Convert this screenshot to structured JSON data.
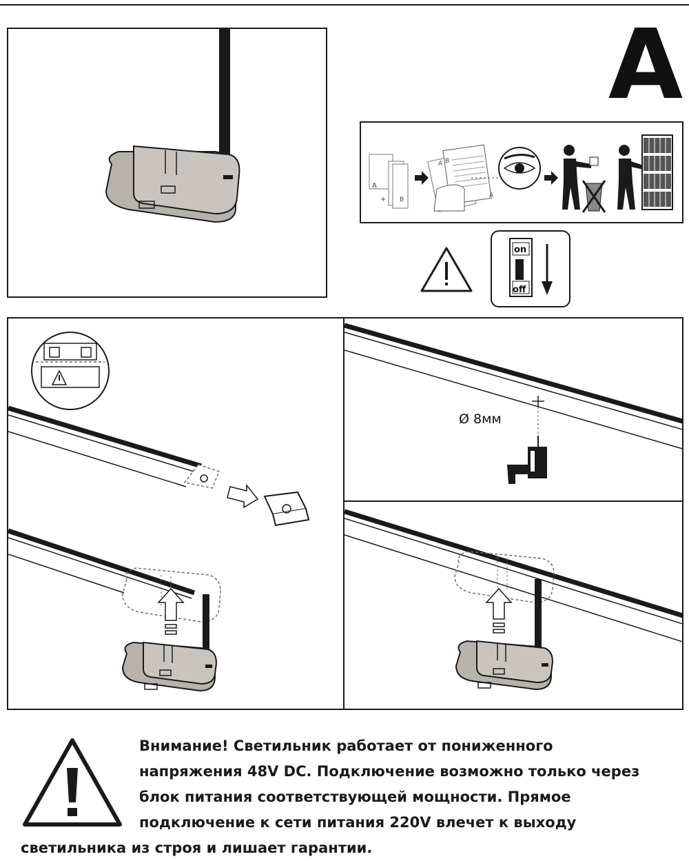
{
  "header": {
    "letter": "A"
  },
  "procedure": {
    "left_sheet_labels": [
      "A",
      "+",
      "B"
    ],
    "step_labels": [
      "A",
      "B",
      "A"
    ]
  },
  "switch_badge": {
    "on_label": "on",
    "off_label": "off"
  },
  "drill_panel": {
    "diameter_label": "Ø 8мм"
  },
  "warning": {
    "lines": [
      "Внимание! Светильник работает от пониженного",
      "напряжения 48V DC. Подключение возможно только через",
      "блок питания соответствующей мощности. Прямое",
      "подключение к сети питания 220V влечет к выходу",
      "светильника из строя и лишает гарантии."
    ]
  },
  "colors": {
    "line": "#1a1a1a",
    "device_fill": "#b8b2ac",
    "dashed": "#6e6e6e"
  }
}
